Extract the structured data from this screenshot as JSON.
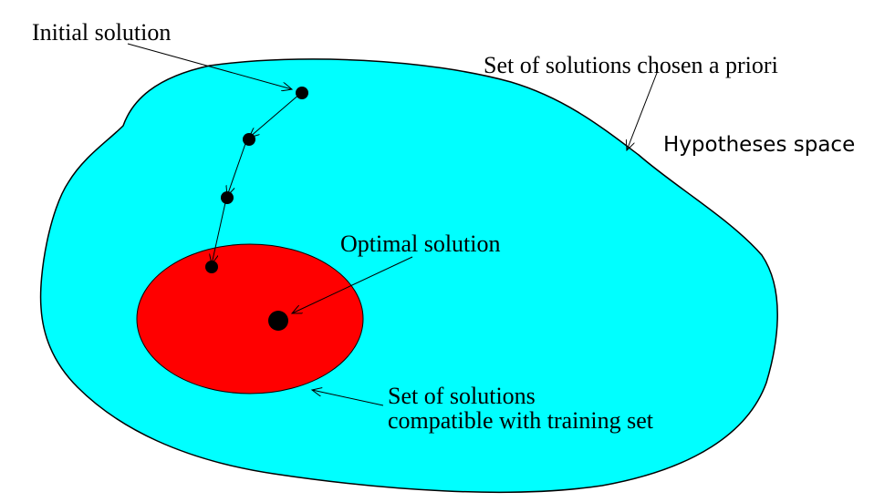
{
  "labels": {
    "initial_solution": "Initial solution",
    "set_a_priori": "Set of solutions chosen a priori",
    "hypotheses_space": "Hypotheses space",
    "optimal_solution": "Optimal solution",
    "compatible_line1": "Set of solutions",
    "compatible_line2": "compatible with training set"
  },
  "colors": {
    "hypotheses_fill": "#00ffff",
    "compatible_fill": "#ff0000",
    "outline": "#000000",
    "point": "#000000"
  }
}
